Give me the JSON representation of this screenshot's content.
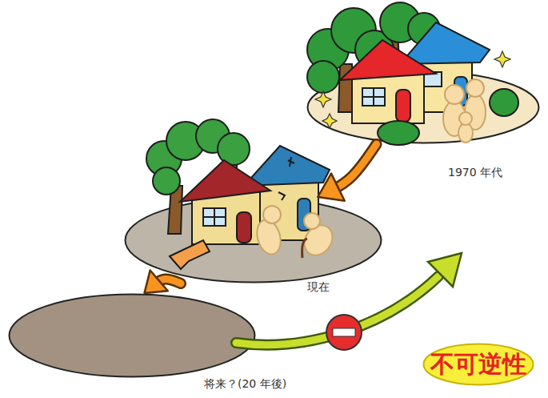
{
  "diagram": {
    "nodes": [
      {
        "text": [
          "1970 年代"
        ]
      },
      {
        "text": [
          "現在"
        ]
      },
      {
        "text": [
          "将来？(20 年後)"
        ]
      },
      {
        "text": [
          "不可逆性"
        ]
      }
    ],
    "edges": [
      {
        "from": 0,
        "to": 1,
        "arrow": "to"
      },
      {
        "from": 1,
        "to": 2,
        "arrow": "to"
      }
    ]
  }
}
